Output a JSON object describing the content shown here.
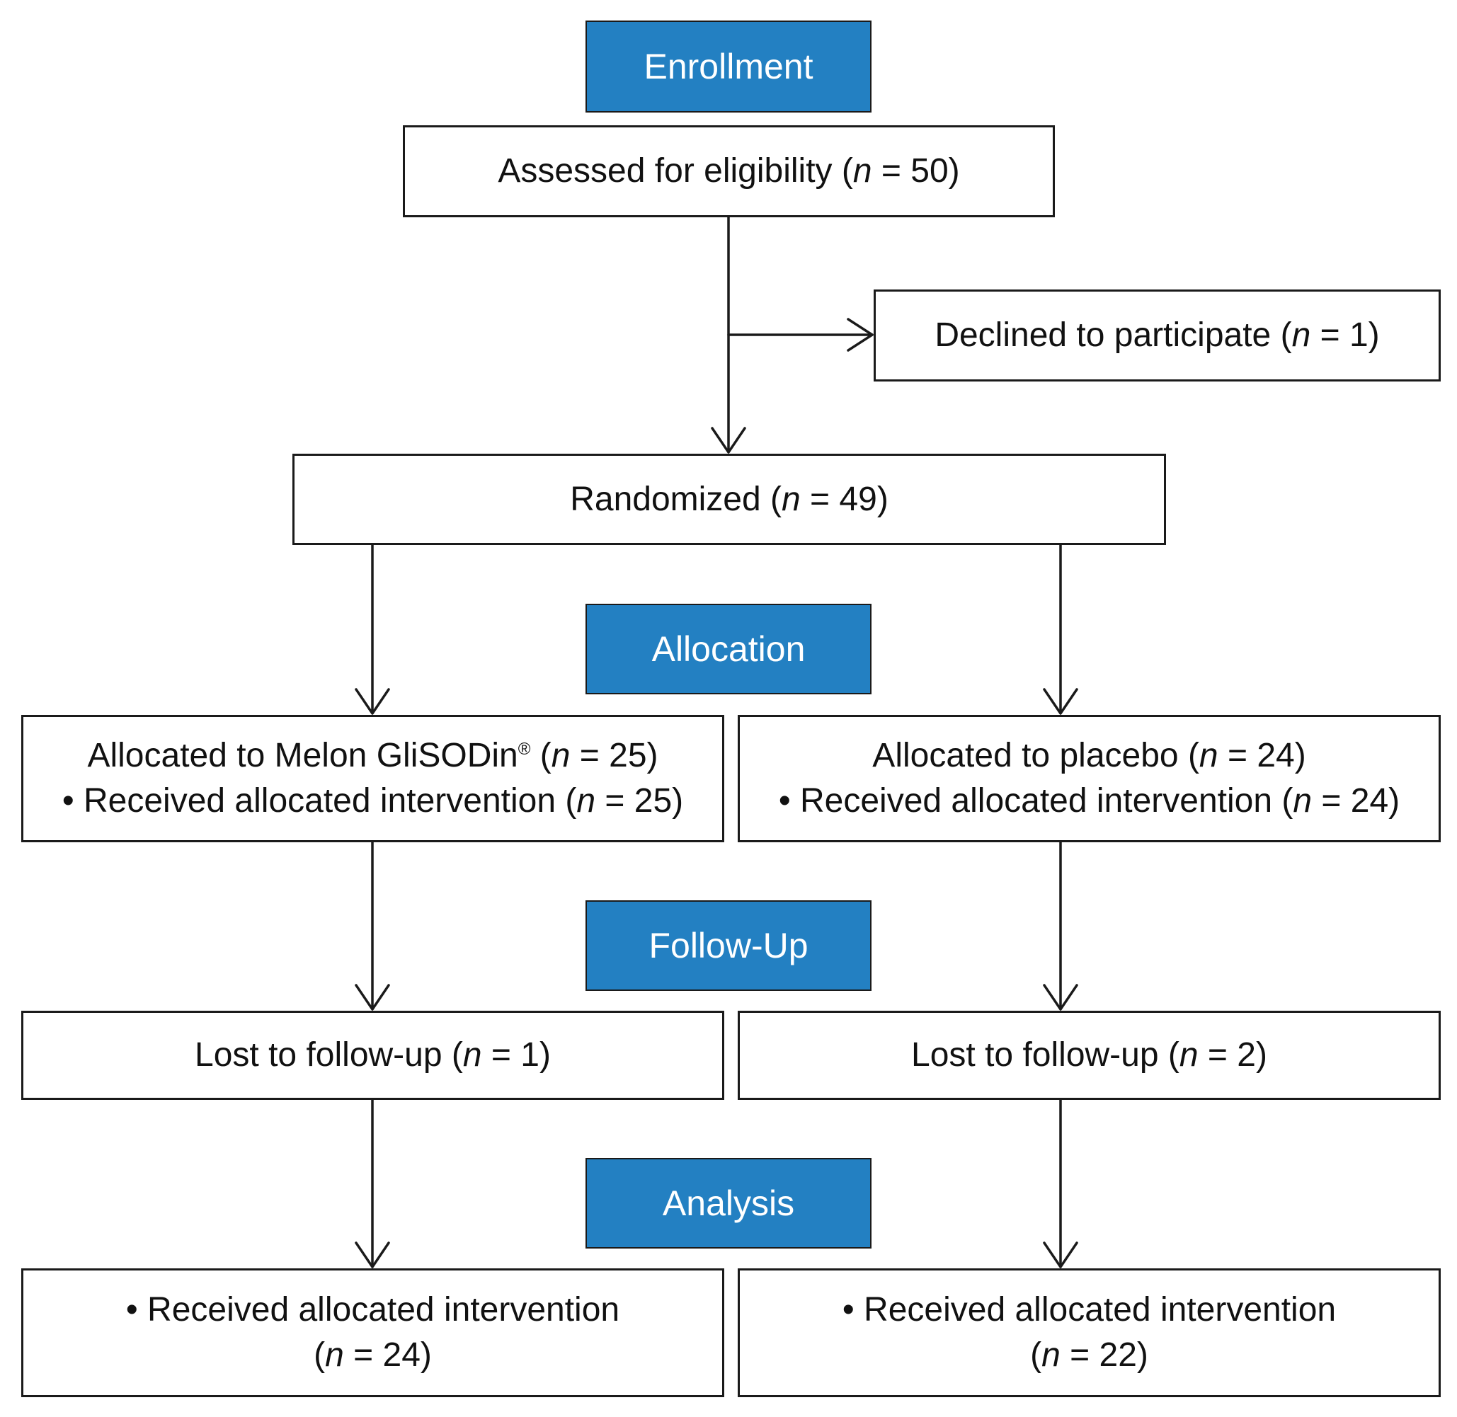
{
  "stages": {
    "enrollment": "Enrollment",
    "allocation": "Allocation",
    "follow_up": "Follow-Up",
    "analysis": "Analysis"
  },
  "n_symbol": "n",
  "assessed": {
    "text": "Assessed for eligibility (",
    "n_suffix": " = 50)"
  },
  "declined": {
    "text": "Declined to participate (",
    "n_suffix": " = 1)"
  },
  "randomized": {
    "text": "Randomized (",
    "n_suffix": " = 49)"
  },
  "allocated_left": {
    "line1_text": "Allocated to Melon GliSODin",
    "line1_mark": "®",
    "line1_open": " (",
    "line1_n_suffix": " = 25)",
    "line2_text": "• Received allocated intervention (",
    "line2_n_suffix": " = 25)"
  },
  "allocated_right": {
    "line1_text": "Allocated to placebo (",
    "line1_n_suffix": " = 24)",
    "line2_text": "• Received allocated intervention (",
    "line2_n_suffix": " = 24)"
  },
  "lost_left": {
    "text": "Lost to follow-up (",
    "n_suffix": " = 1)"
  },
  "lost_right": {
    "text": "Lost to follow-up (",
    "n_suffix": " = 2)"
  },
  "analysis_left": {
    "line1": "• Received allocated intervention",
    "line2_open": "(",
    "line2_n_suffix": " = 24)"
  },
  "analysis_right": {
    "line1": "• Received allocated intervention",
    "line2_open": "(",
    "line2_n_suffix": " = 22)"
  },
  "colors": {
    "stage_fill": "#2380c2",
    "stage_text": "#ffffff",
    "box_border": "#1a1a1a",
    "connector": "#1a1a1a"
  }
}
